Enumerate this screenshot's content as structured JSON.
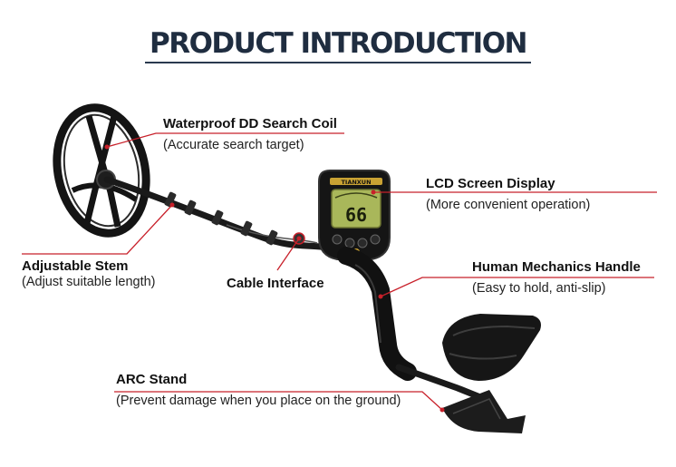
{
  "title": "PRODUCT INTRODUCTION",
  "callouts": {
    "search_coil": {
      "label": "Waterproof DD Search Coil",
      "sub": "(Accurate search target)"
    },
    "lcd": {
      "label": "LCD Screen Display",
      "sub": "(More convenient operation)"
    },
    "stem": {
      "label": "Adjustable Stem",
      "sub": "(Adjust suitable length)"
    },
    "cable": {
      "label": "Cable Interface"
    },
    "handle": {
      "label": "Human Mechanics Handle",
      "sub": "(Easy to hold, anti-slip)"
    },
    "arc": {
      "label": "ARC Stand",
      "sub": "(Prevent damage when you place on the ground)"
    }
  },
  "device": {
    "brand": "TIANXUN",
    "lcd_reading": "66"
  },
  "colors": {
    "leader": "#c8202a",
    "title": "#1f2d40",
    "device": "#141414",
    "lcd": "#a9b75a"
  }
}
